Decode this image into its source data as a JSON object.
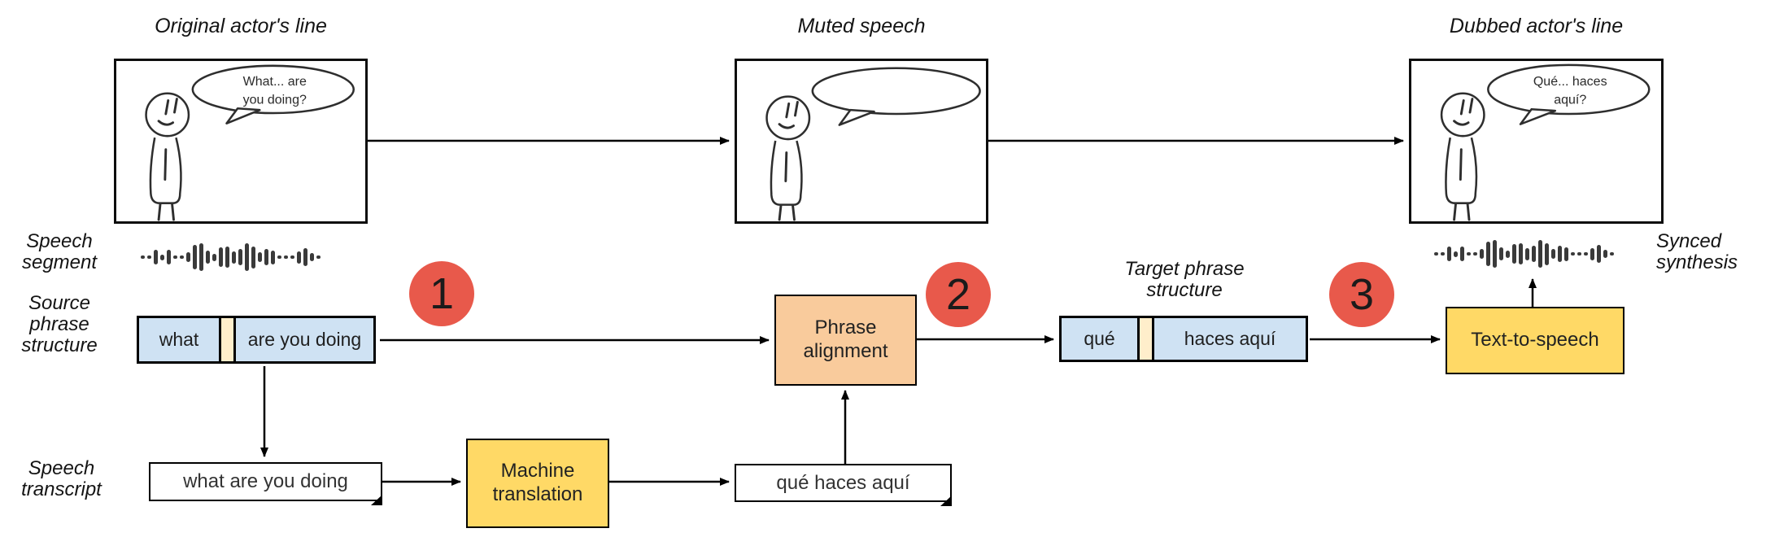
{
  "colors": {
    "phrase-blue": "#cfe2f3",
    "gap-cream": "#ffeecb",
    "alignment-orange": "#f9cb9c",
    "process-yellow": "#ffd966",
    "step-red": "#e8594b",
    "ink": "#141414",
    "waveform-gray": "#3a3a3a"
  },
  "panels": [
    {
      "title": "Original actor's line",
      "bubble_line1": "What... are",
      "bubble_line2": "you doing?"
    },
    {
      "title": "Muted speech"
    },
    {
      "title": "Dubbed actor's line",
      "bubble_line1": "Qué... haces",
      "bubble_line2": "aquí?"
    }
  ],
  "labels": {
    "speech_segment": "Speech segment",
    "source_phrase_structure": "Source phrase structure",
    "target_phrase_structure": "Target phrase structure",
    "speech_transcript": "Speech transcript",
    "synced_synthesis": "Synced synthesis"
  },
  "steps": [
    {
      "number": "1"
    },
    {
      "number": "2"
    },
    {
      "number": "3"
    }
  ],
  "process_boxes": {
    "phrase_alignment": "Phrase alignment",
    "machine_translation": "Machine translation",
    "text_to_speech": "Text-to-speech"
  },
  "source_row": {
    "segments": [
      "what",
      "",
      "are you doing"
    ]
  },
  "target_row": {
    "segments": [
      "qué",
      "",
      "haces aquí"
    ]
  },
  "transcripts": {
    "source": "what are you doing",
    "target": "qué haces aquí"
  },
  "waveform": {
    "heights": [
      4,
      4,
      18,
      7,
      18,
      4,
      4,
      12,
      30,
      34,
      16,
      9,
      24,
      26,
      15,
      20,
      34,
      27,
      12,
      20,
      17,
      4,
      4,
      4,
      15,
      22,
      10,
      4
    ]
  }
}
